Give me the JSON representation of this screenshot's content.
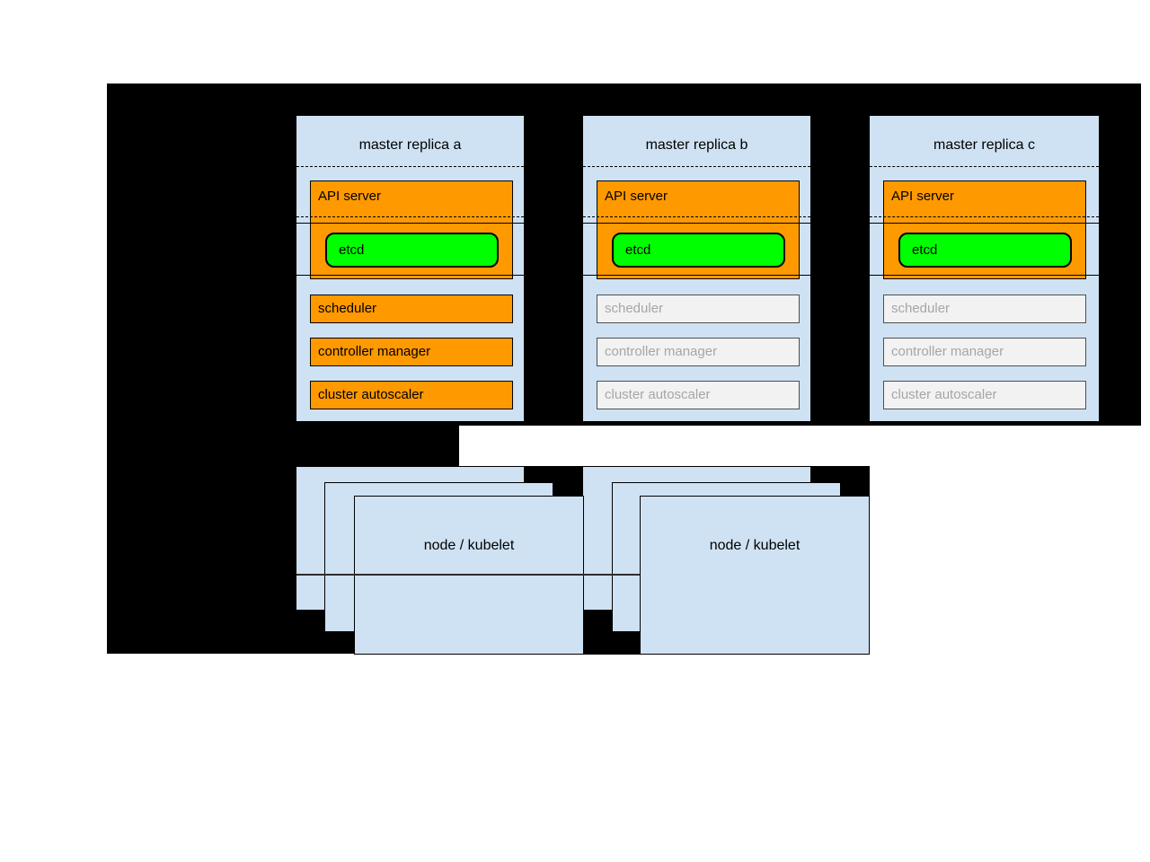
{
  "diagram": {
    "masters": [
      {
        "title": "master replica a",
        "api_server": "API server",
        "etcd": "etcd",
        "scheduler": "scheduler",
        "controller_manager": "controller manager",
        "cluster_autoscaler": "cluster autoscaler",
        "state": "active"
      },
      {
        "title": "master replica b",
        "api_server": "API server",
        "etcd": "etcd",
        "scheduler": "scheduler",
        "controller_manager": "controller manager",
        "cluster_autoscaler": "cluster autoscaler",
        "state": "standby"
      },
      {
        "title": "master replica c",
        "api_server": "API server",
        "etcd": "etcd",
        "scheduler": "scheduler",
        "controller_manager": "controller manager",
        "cluster_autoscaler": "cluster autoscaler",
        "state": "standby"
      }
    ],
    "nodes": [
      {
        "label": "node / kubelet"
      },
      {
        "label": "node / kubelet"
      }
    ],
    "colors": {
      "canvas_background": "#000000",
      "box_fill": "#cfe2f3",
      "active_component_fill": "#ff9900",
      "etcd_fill": "#00ff00",
      "dimmed_component_fill": "#f2f2f2",
      "dimmed_component_text": "#a6a6a6"
    }
  }
}
